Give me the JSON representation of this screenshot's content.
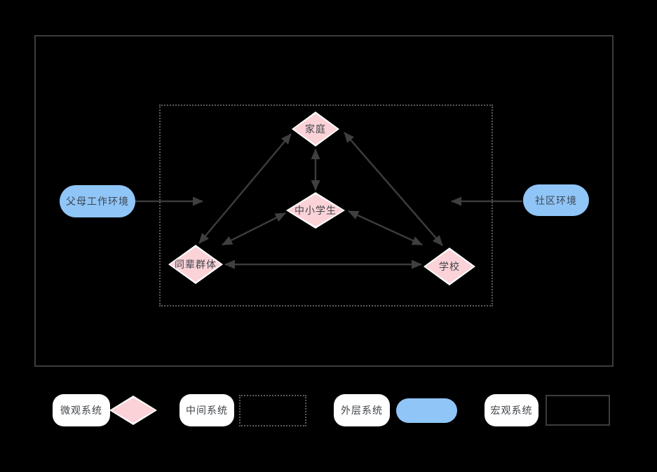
{
  "diagram": {
    "nodes": {
      "family": {
        "label": "家庭",
        "type": "micro-system"
      },
      "student": {
        "label": "中小学生",
        "type": "micro-system"
      },
      "peers": {
        "label": "同辈群体",
        "type": "micro-system"
      },
      "school": {
        "label": "学校",
        "type": "micro-system"
      },
      "parent_work": {
        "label": "父母工作环境",
        "type": "exo-system"
      },
      "community": {
        "label": "社区环境",
        "type": "exo-system"
      }
    },
    "edges": [
      {
        "from": "parent_work",
        "to": "meso-boundary",
        "direction": "one-way"
      },
      {
        "from": "community",
        "to": "meso-boundary",
        "direction": "one-way"
      },
      {
        "from": "family",
        "to": "student",
        "direction": "two-way"
      },
      {
        "from": "family",
        "to": "peers",
        "direction": "two-way"
      },
      {
        "from": "family",
        "to": "school",
        "direction": "two-way"
      },
      {
        "from": "student",
        "to": "peers",
        "direction": "two-way"
      },
      {
        "from": "student",
        "to": "school",
        "direction": "two-way"
      },
      {
        "from": "peers",
        "to": "school",
        "direction": "two-way"
      }
    ]
  },
  "legend": {
    "items": [
      {
        "label": "微观系统",
        "swatch": "pink-diamond"
      },
      {
        "label": "中间系统",
        "swatch": "dotted-rectangle"
      },
      {
        "label": "外层系统",
        "swatch": "blue-pill"
      },
      {
        "label": "宏观系统",
        "swatch": "outlined-rectangle"
      }
    ]
  },
  "colors": {
    "background": "#000000",
    "micro_fill": "#fbd2d7",
    "exo_fill": "#90c5f7",
    "shape_border": "#ffffff",
    "edge_line": "#3b3b3b",
    "macro_boundary": "#3d3d3d",
    "meso_boundary_dotted": "#5a5a5a",
    "text": "#3e444b",
    "legend_label_bg": "#ffffff"
  }
}
